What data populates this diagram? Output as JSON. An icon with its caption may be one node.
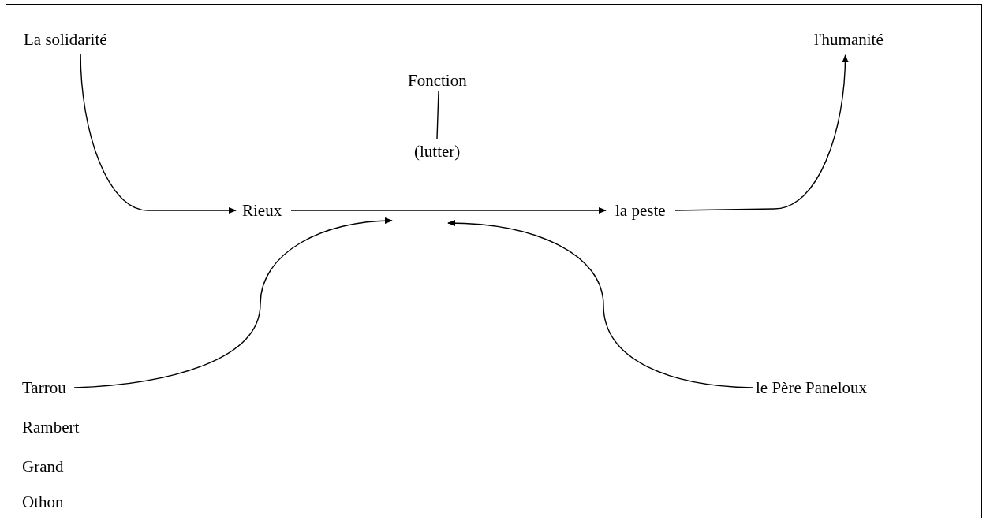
{
  "diagram": {
    "nodes": [
      {
        "text": [
          "La solidarité"
        ]
      },
      {
        "text": [
          "l'humanité"
        ]
      },
      {
        "text": [
          "Fonction"
        ]
      },
      {
        "text": [
          "(lutter)"
        ]
      },
      {
        "text": [
          "Rieux"
        ]
      },
      {
        "text": [
          "la peste"
        ]
      },
      {
        "text": [
          "Tarrou"
        ]
      },
      {
        "text": [
          "le Père Paneloux"
        ]
      }
    ],
    "edges": [
      {
        "from": 0,
        "to": 4,
        "arrow": "to"
      },
      {
        "from": 4,
        "to": 5,
        "arrow": "to"
      },
      {
        "from": 5,
        "to": 1,
        "arrow": "to"
      },
      {
        "from": 2,
        "to": 3,
        "arrow": "none"
      },
      {
        "from": 6,
        "to": null,
        "arrow": "to"
      },
      {
        "from": 7,
        "to": null,
        "arrow": "to"
      }
    ],
    "labels": [
      "Rambert",
      "Grand",
      "Othon"
    ]
  }
}
